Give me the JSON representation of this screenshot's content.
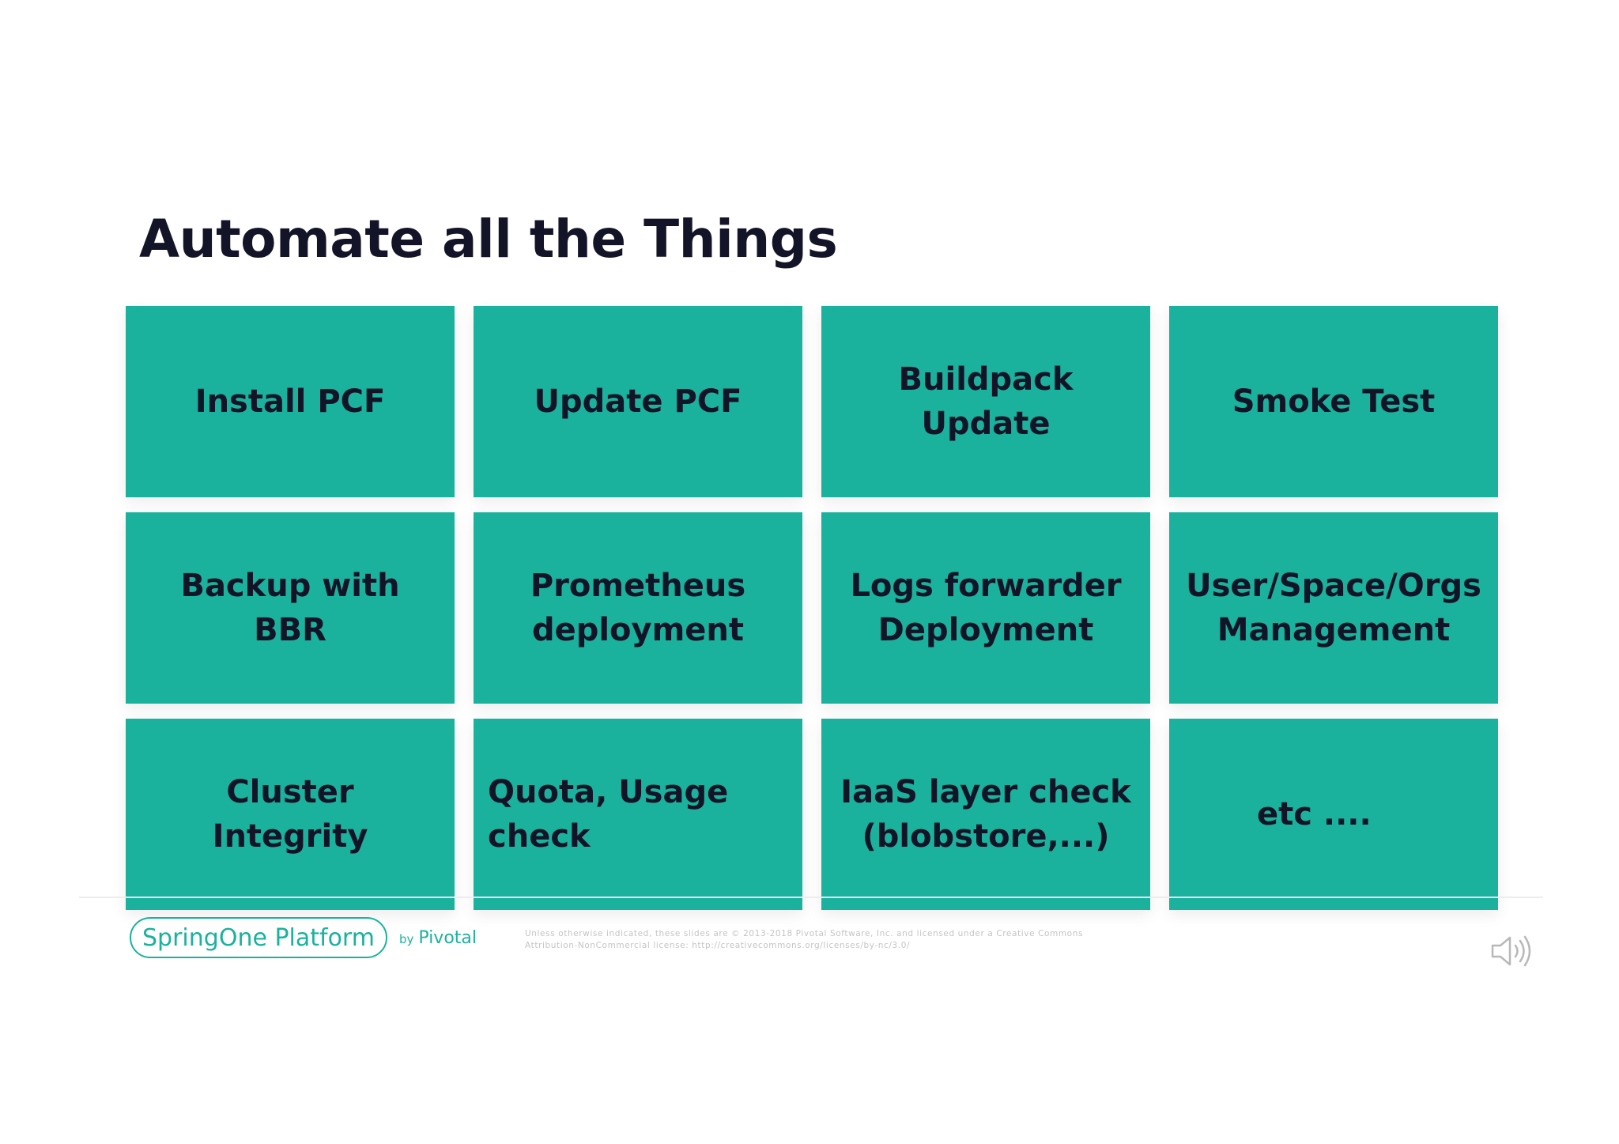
{
  "slide": {
    "title": "Automate all the Things",
    "tiles": [
      {
        "label": "Install PCF"
      },
      {
        "label": "Update PCF"
      },
      {
        "label": "Buildpack Update"
      },
      {
        "label": "Smoke Test"
      },
      {
        "label": "Backup with BBR"
      },
      {
        "label": "Prometheus\ndeployment"
      },
      {
        "label": "Logs forwarder\nDeployment"
      },
      {
        "label": "User/Space/Orgs\nManagement"
      },
      {
        "label": "Cluster\nIntegrity"
      },
      {
        "label": "Quota, Usage\ncheck"
      },
      {
        "label": "IaaS layer check\n(blobstore,...)"
      },
      {
        "label": "etc ...."
      }
    ]
  },
  "footer": {
    "logo_text": "SpringOne Platform",
    "by_text": "by",
    "pivotal_text": "Pivotal",
    "legal_line1": "Unless otherwise indicated, these slides are © 2013-2018 Pivotal Software, Inc. and licensed under a Creative Commons",
    "legal_line2": "Attribution-NonCommercial license: http://creativecommons.org/licenses/by-nc/3.0/"
  },
  "icons": {
    "speaker": "speaker-icon"
  },
  "colors": {
    "tile": "#1bb29d",
    "text": "#141428",
    "accent": "#1bb29d"
  }
}
